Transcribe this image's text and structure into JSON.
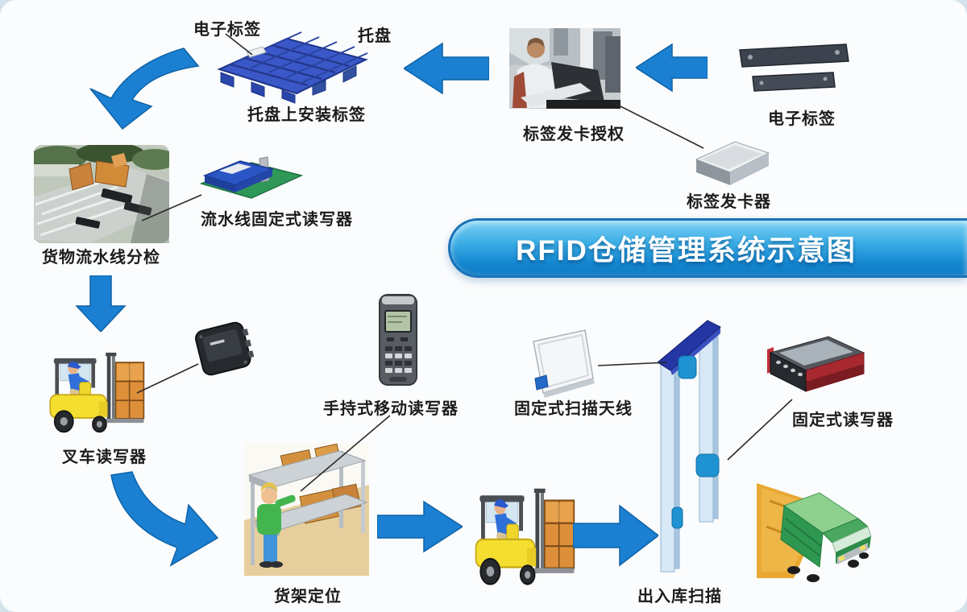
{
  "title": "RFID仓储管理系统示意图",
  "labels": {
    "tag_top": "电子标签",
    "pallet": "托盘",
    "pallet_install": "托盘上安装标签",
    "issue_auth": "标签发卡授权",
    "tag_right": "电子标签",
    "issuer": "标签发卡器",
    "conveyor_sorting": "货物流水线分检",
    "conveyor_reader": "流水线固定式读写器",
    "forklift_reader": "叉车读写器",
    "handheld_reader": "手持式移动读写器",
    "fixed_antenna": "固定式扫描天线",
    "fixed_reader": "固定式读写器",
    "shelf_locating": "货架定位",
    "in_out_scan": "出入库扫描"
  },
  "colors": {
    "flow_arrow": "#1b80d2",
    "flow_arrow_edge": "#0e62a6",
    "banner_top": "#79d0f4",
    "banner_bottom": "#0f7cc4",
    "label_text": "#1c1c1c",
    "background": "#fbfcfd"
  }
}
